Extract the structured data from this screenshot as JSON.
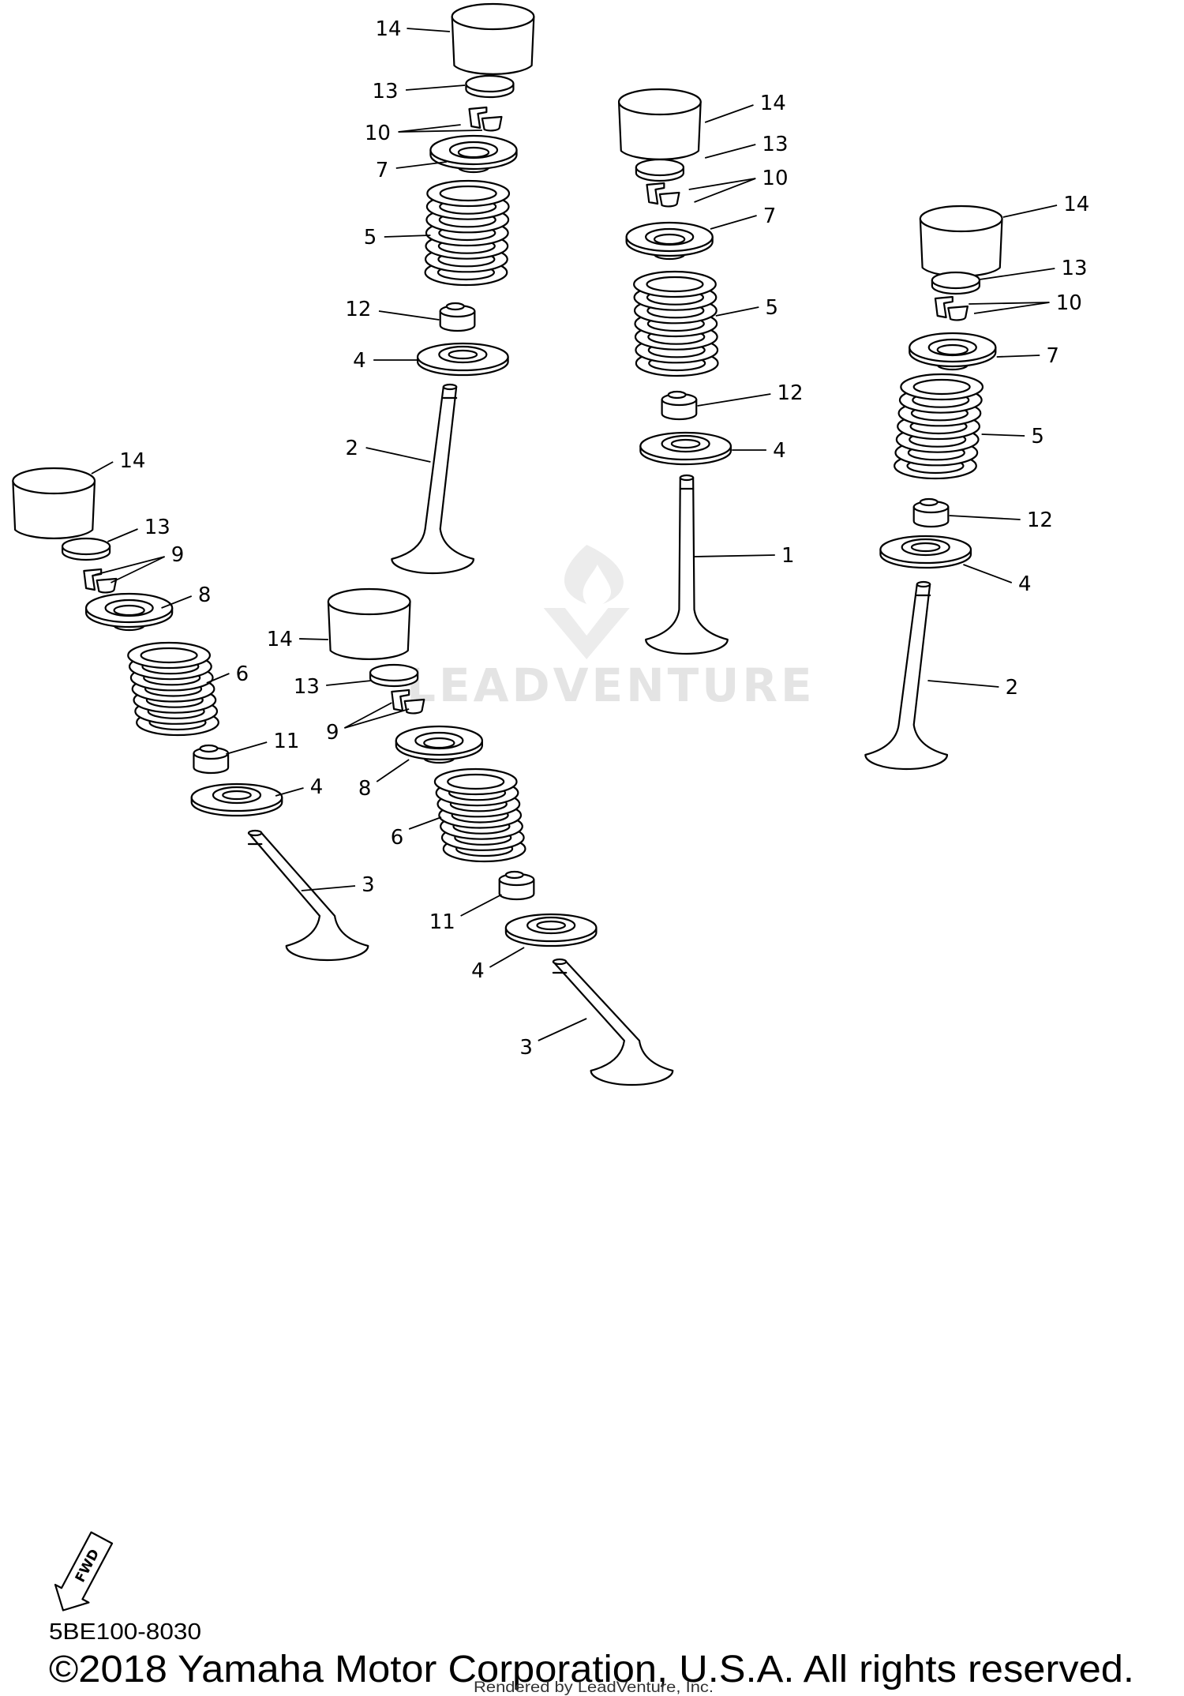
{
  "diagram": {
    "callouts": [
      "14",
      "13",
      "10",
      "7",
      "5",
      "12",
      "4",
      "2",
      "14",
      "13",
      "10",
      "7",
      "5",
      "12",
      "4",
      "1",
      "14",
      "13",
      "10",
      "7",
      "5",
      "12",
      "4",
      "2",
      "14",
      "13",
      "9",
      "8",
      "6",
      "11",
      "4",
      "3",
      "14",
      "13",
      "9",
      "8",
      "6",
      "11",
      "4",
      "3"
    ],
    "fwd_label": "FWD",
    "watermark": "LEADVENTURE"
  },
  "footer": {
    "diagram_code": "5BE100-8030",
    "copyright": "©2018 Yamaha Motor Corporation, U.S.A. All rights reserved.",
    "rendered_by": "Rendered by LeadVenture, Inc."
  }
}
